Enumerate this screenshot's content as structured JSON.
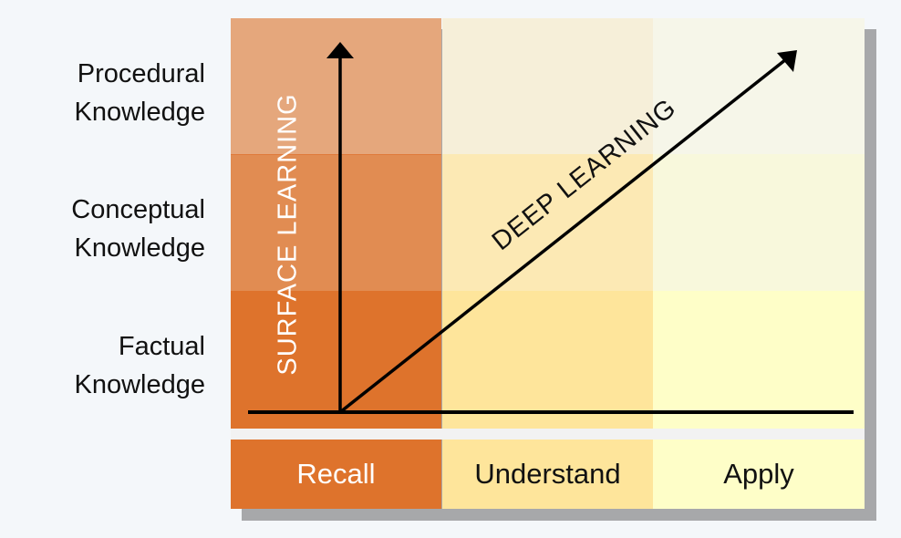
{
  "rows": [
    {
      "label_line1": "Procedural",
      "label_line2": "Knowledge"
    },
    {
      "label_line1": "Conceptual",
      "label_line2": "Knowledge"
    },
    {
      "label_line1": "Factual",
      "label_line2": "Knowledge"
    }
  ],
  "columns": [
    {
      "label": "Recall",
      "color": "#de732c"
    },
    {
      "label": "Understand",
      "color": "#fee59b"
    },
    {
      "label": "Apply",
      "color": "#fefec8"
    }
  ],
  "arrows": {
    "vertical_label": "SURFACE LEARNING",
    "diagonal_label": "DEEP LEARNING"
  },
  "colors": {
    "recall": [
      "#e5a77c",
      "#e18c52",
      "#de732c"
    ],
    "understand": [
      "#f6efd9",
      "#fce9b4",
      "#fee59b"
    ],
    "apply": [
      "#f6f6e9",
      "#f8f8dc",
      "#fefec8"
    ]
  }
}
